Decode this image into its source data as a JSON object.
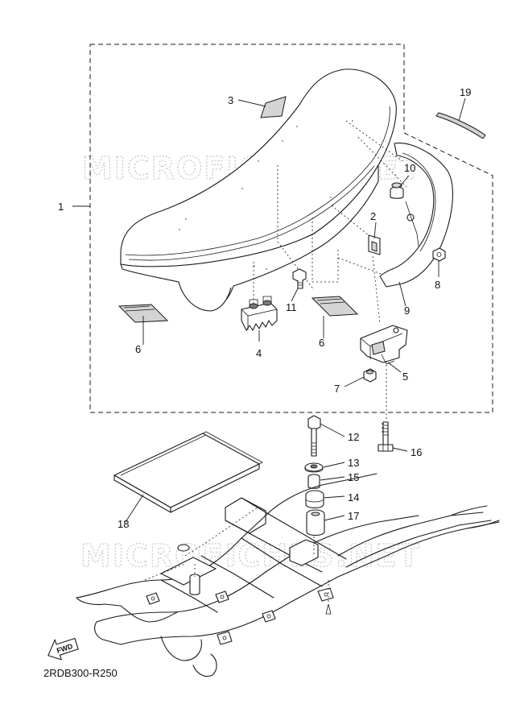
{
  "watermark": {
    "text_top": "MICROFICHES.NET",
    "text_bottom": "MICROFICHES.NET"
  },
  "diagram_code": "2RDB300-R250",
  "fwd_label": "FWD",
  "callouts": {
    "c1": "1",
    "c2": "2",
    "c3": "3",
    "c4": "4",
    "c5": "5",
    "c6a": "6",
    "c6b": "6",
    "c7": "7",
    "c8": "8",
    "c9": "9",
    "c10": "10",
    "c11": "11",
    "c12": "12",
    "c13": "13",
    "c14": "14",
    "c15": "15",
    "c16": "16",
    "c17": "17",
    "c18": "18",
    "c19": "19"
  }
}
